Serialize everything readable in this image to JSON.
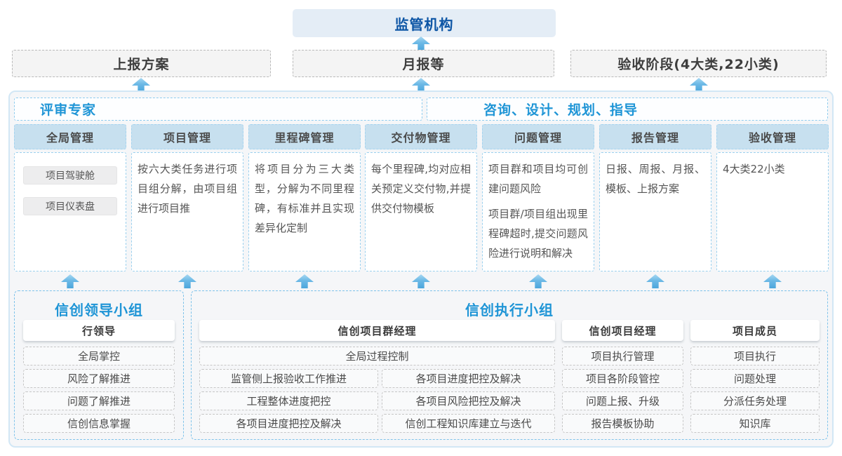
{
  "colors": {
    "accent_blue": "#1f95d6",
    "regulator_text": "#0c55a5",
    "column_header_fill": "#c7e0ef",
    "arrow_blue": "#4ba6dc"
  },
  "top": {
    "regulator": "监管机构",
    "boxes": [
      "上报方案",
      "月报等",
      "验收阶段(4大类,22小类)"
    ]
  },
  "panel": {
    "left_header": "评审专家",
    "right_header": "咨询、设计、规划、指导",
    "columns": [
      {
        "title": "全局管理",
        "items": [
          "项目驾驶舱",
          "项目仪表盘"
        ]
      },
      {
        "title": "项目管理",
        "paragraphs": [
          "按六大类任务进行项目组分解，由项目组进行项目推"
        ]
      },
      {
        "title": "里程碑管理",
        "paragraphs": [
          "将项目分为三大类型，分解为不同里程碑，有标准并且实现差异化定制"
        ]
      },
      {
        "title": "交付物管理",
        "paragraphs": [
          "每个里程碑,均对应相关预定义交付物,并提供交付物模板"
        ]
      },
      {
        "title": "问题管理",
        "paragraphs": [
          "项目群和项目均可创建问题风险",
          "项目群/项目组出现里程碑超时,提交问题风险进行说明和解决"
        ]
      },
      {
        "title": "报告管理",
        "paragraphs": [
          "日报、周报、月报、模板、上报方案"
        ]
      },
      {
        "title": "验收管理",
        "paragraphs": [
          "4大类22小类"
        ]
      }
    ]
  },
  "groups": {
    "leader": {
      "title": "信创领导小组",
      "role": "行领导",
      "items": [
        "全局掌控",
        "风险了解推进",
        "问题了解推进",
        "信创信息掌握"
      ]
    },
    "executor": {
      "title": "信创执行小组",
      "program_manager": {
        "role": "信创项目群经理",
        "full_item": "全局过程控制",
        "left_items": [
          "监管侧上报验收工作推进",
          "工程整体进度把控",
          "各项目进度把控及解决"
        ],
        "right_items": [
          "各项目进度把控及解决",
          "各项目风险把控及解决",
          "信创工程知识库建立与迭代"
        ]
      },
      "project_manager": {
        "role": "信创项目经理",
        "items": [
          "项目执行管理",
          "项目各阶段管控",
          "问题上报、升级",
          "报告模板协助"
        ]
      },
      "member": {
        "role": "项目成员",
        "items": [
          "项目执行",
          "问题处理",
          "分派任务处理",
          "知识库"
        ]
      }
    }
  }
}
